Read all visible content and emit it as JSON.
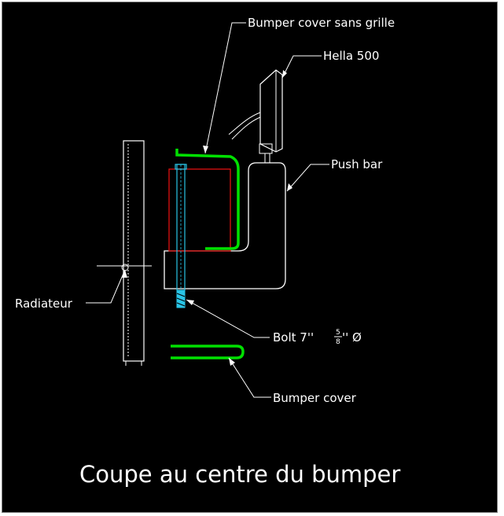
{
  "labels": {
    "bumper_cover_sans_grille": "Bumper cover sans grille",
    "hella": "Hella 500",
    "push_bar": "Push bar",
    "radiateur": "Radiateur",
    "bolt": "Bolt 7''",
    "bolt_fraction_num": "5",
    "bolt_fraction_den": "8",
    "bolt_suffix": "'' Ø",
    "bumper_cover": "Bumper cover"
  },
  "caption": "Coupe au centre du bumper",
  "colors": {
    "background": "#000000",
    "line_white": "#ffffff",
    "bumper_green": "#00e000",
    "bolt_cyan": "#29c4e6",
    "block_red": "#e01010"
  }
}
